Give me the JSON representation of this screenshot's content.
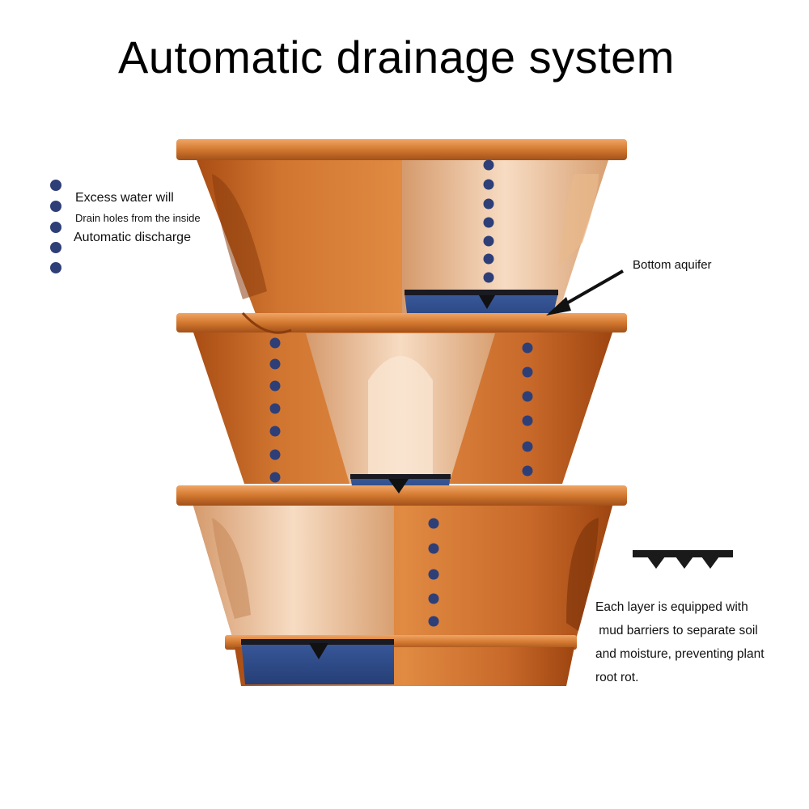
{
  "title": "Automatic drainage system",
  "left_note": {
    "line1": "Excess water will",
    "line2": "Drain holes from the inside",
    "line3": "Automatic discharge"
  },
  "aquifer_label": "Bottom aquifer",
  "barrier_note": {
    "line1": "Each layer is equipped with",
    "line2": " mud barriers to separate soil",
    "line3": "and moisture, preventing plant",
    "line4": "root rot."
  },
  "colors": {
    "pot_dark": "#b85a1c",
    "pot_mid": "#d47a32",
    "pot_light": "#f0c9a2",
    "water": "#2d4a86",
    "drop": "#2e3f78"
  }
}
